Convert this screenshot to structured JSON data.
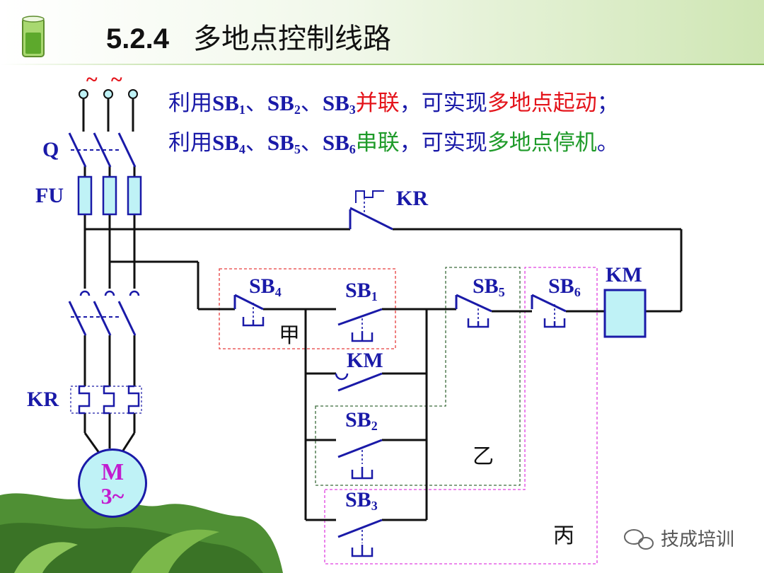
{
  "title": {
    "number": "5.2.4",
    "text": "多地点控制线路"
  },
  "description": {
    "line1": {
      "p1": "利用",
      "sb_a": "SB",
      "s_a": "1",
      "sep1": "、",
      "sb_b": "SB",
      "s_b": "2",
      "sep2": "、",
      "sb_c": "SB",
      "s_c": "3",
      "k1": "并联",
      "mid": "，可实现",
      "k2": "多地点起动",
      "end": "；"
    },
    "line2": {
      "p1": "利用",
      "sb_a": "SB",
      "s_a": "4",
      "sep1": "、",
      "sb_b": "SB",
      "s_b": "5",
      "sep2": "、",
      "sb_c": "SB",
      "s_c": "6",
      "k1": "串联",
      "mid": "，可实现",
      "k2": "多地点停机",
      "end": "。"
    }
  },
  "power_labels": {
    "ac_symbol": "~",
    "switch": "Q",
    "fuse": "FU",
    "relay": "KR"
  },
  "motor": {
    "letter": "M",
    "phase": "3~"
  },
  "control_labels": {
    "kr": "KR",
    "sb4": {
      "base": "SB",
      "sub": "4"
    },
    "sb1": {
      "base": "SB",
      "sub": "1"
    },
    "sb5": {
      "base": "SB",
      "sub": "5"
    },
    "sb6": {
      "base": "SB",
      "sub": "6"
    },
    "km_coil": "KM",
    "km_contact": "KM",
    "sb2": {
      "base": "SB",
      "sub": "2"
    },
    "sb3": {
      "base": "SB",
      "sub": "3"
    }
  },
  "zones": {
    "a": "甲",
    "b": "乙",
    "c": "丙"
  },
  "watermark": "技成培训",
  "colors": {
    "wire": "#111111",
    "symbol": "#1a1aa8",
    "zone_red": "#e63c3c",
    "zone_green": "#3a6a3a",
    "zone_magenta": "#e040e0",
    "fill": "#bff2f6"
  }
}
